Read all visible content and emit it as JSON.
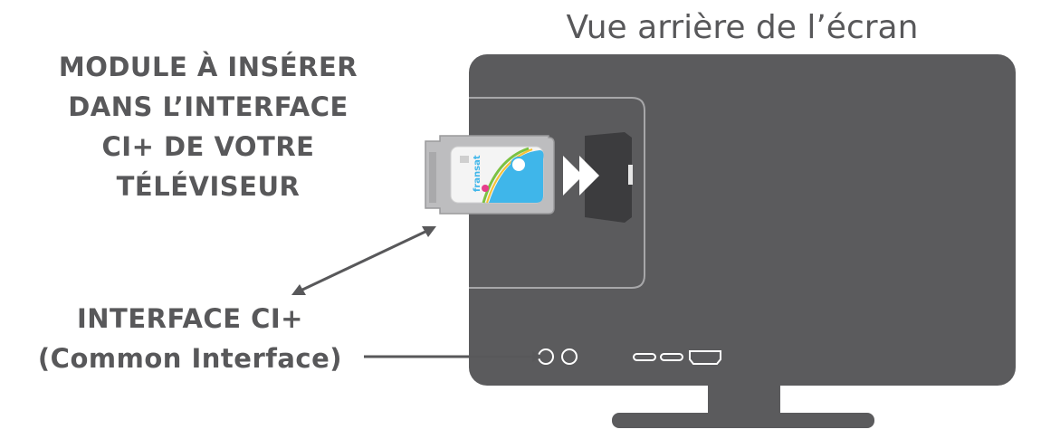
{
  "title": "Vue arrière de l’écran",
  "module_label": {
    "lines": [
      "MODULE À INSÉRER",
      "DANS L’INTERFACE",
      "CI+ DE VOTRE",
      "TÉLÉVISEUR"
    ]
  },
  "ci_label": {
    "lines": [
      "INTERFACE CI+",
      "(Common Interface)"
    ]
  },
  "card": {
    "brand": "fransat"
  },
  "colors": {
    "tv_body": "#5b5b5d",
    "tv_panel_outline": "#a7a7a9",
    "text": "#58585a",
    "module_frame": "#bdbdbf",
    "card_blue": "#3fb6ea",
    "card_green": "#7cc242",
    "card_yellow": "#f6c235",
    "card_pink": "#e63e8c",
    "arrow": "#ffffff"
  }
}
